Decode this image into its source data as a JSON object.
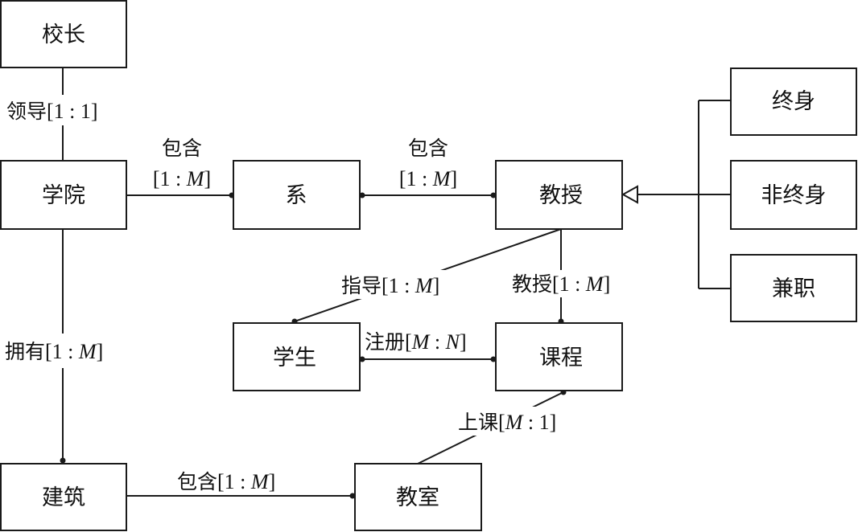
{
  "entities": {
    "principal": "校长",
    "college": "学院",
    "department": "系",
    "professor": "教授",
    "tenured": "终身",
    "non_tenured": "非终身",
    "part_time": "兼职",
    "student": "学生",
    "course": "课程",
    "building": "建筑",
    "classroom": "教室"
  },
  "relationships": {
    "lead": {
      "label": "领导",
      "cardinality": "[1 : 1]"
    },
    "contains_college_dept": {
      "label": "包含",
      "cardinality_open": "[1 : ",
      "cardinality_var": "M",
      "cardinality_close": "]"
    },
    "contains_dept_prof": {
      "label": "包含",
      "cardinality_open": "[1 : ",
      "cardinality_var": "M",
      "cardinality_close": "]"
    },
    "advise": {
      "label": "指导",
      "cardinality_open": "[1 : ",
      "cardinality_var": "M",
      "cardinality_close": "]"
    },
    "teach": {
      "label": "教授",
      "cardinality_open": "[1 : ",
      "cardinality_var": "M",
      "cardinality_close": "]"
    },
    "enroll": {
      "label": "注册",
      "cardinality_open": "[",
      "cardinality_var": "M",
      "cardinality_mid": " : ",
      "cardinality_var2": "N",
      "cardinality_close": "]"
    },
    "own": {
      "label": "拥有",
      "cardinality_open": "[1 : ",
      "cardinality_var": "M",
      "cardinality_close": "]"
    },
    "contains_building_room": {
      "label": "包含",
      "cardinality_open": "[1 : ",
      "cardinality_var": "M",
      "cardinality_close": "]"
    },
    "class_in": {
      "label": "上课",
      "cardinality_open": "[",
      "cardinality_var": "M",
      "cardinality_close": " : 1]"
    }
  }
}
